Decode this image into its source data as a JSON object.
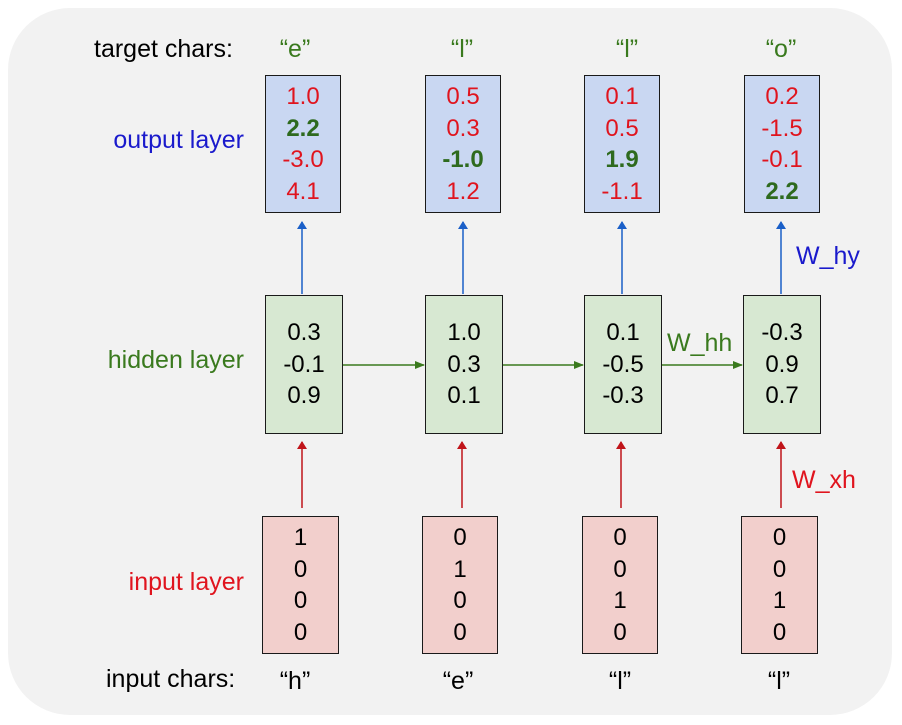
{
  "labels": {
    "target_chars": "target chars:",
    "output_layer": "output layer",
    "hidden_layer": "hidden layer",
    "input_layer": "input layer",
    "input_chars": "input chars:"
  },
  "weights": {
    "w_hy": "W_hy",
    "w_hh": "W_hh",
    "w_xh": "W_xh"
  },
  "target_chars": [
    "“e”",
    "“l”",
    "“l”",
    "“o”"
  ],
  "input_chars": [
    "“h”",
    "“e”",
    "“l”",
    "“l”"
  ],
  "output_layer": [
    [
      "1.0",
      "2.2",
      "-3.0",
      "4.1"
    ],
    [
      "0.5",
      "0.3",
      "-1.0",
      "1.2"
    ],
    [
      "0.1",
      "0.5",
      "1.9",
      "-1.1"
    ],
    [
      "0.2",
      "-1.5",
      "-0.1",
      "2.2"
    ]
  ],
  "output_highlight_index": [
    1,
    2,
    2,
    3
  ],
  "hidden_layer": [
    [
      "0.3",
      "-0.1",
      "0.9"
    ],
    [
      "1.0",
      "0.3",
      "0.1"
    ],
    [
      "0.1",
      "-0.5",
      "-0.3"
    ],
    [
      "-0.3",
      "0.9",
      "0.7"
    ]
  ],
  "input_layer": [
    [
      "1",
      "0",
      "0",
      "0"
    ],
    [
      "0",
      "1",
      "0",
      "0"
    ],
    [
      "0",
      "0",
      "1",
      "0"
    ],
    [
      "0",
      "0",
      "1",
      "0"
    ]
  ],
  "colors": {
    "background": "#f2f2f2",
    "output_fill": "#c9d7f2",
    "hidden_fill": "#d7e8d2",
    "input_fill": "#f2cfcc",
    "output_label": "#1a1acc",
    "hidden_label": "#3a7a1e",
    "input_label": "#e0141e",
    "output_value": "#e0141e",
    "output_highlight": "#2e6a1e",
    "arrow_up_output": "#1a5fc8",
    "arrow_hidden": "#3a7a1e",
    "arrow_up_input": "#c0141a"
  }
}
